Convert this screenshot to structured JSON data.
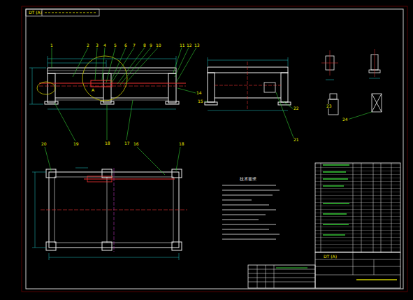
{
  "diagram": {
    "title": "DT (A)",
    "labels": [
      "1",
      "2",
      "3",
      "4",
      "5",
      "6",
      "7",
      "8",
      "9",
      "10",
      "11",
      "12",
      "13",
      "14",
      "A",
      "19",
      "18",
      "17",
      "15",
      "22",
      "21",
      "20",
      "16",
      "18",
      "23",
      "24",
      "技术要求",
      "DT (A)"
    ]
  }
}
